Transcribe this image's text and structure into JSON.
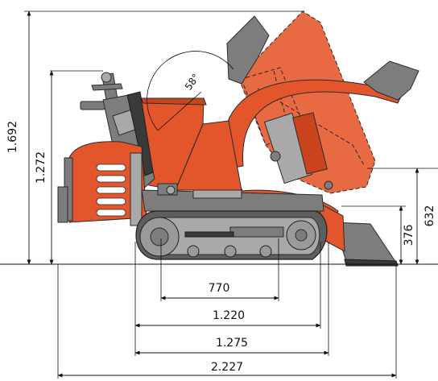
{
  "dimensions": {
    "overall_height": "1.692",
    "operator_height": "1.272",
    "dump_height": "632",
    "skip_lip_height": "376",
    "wheelbase": "770",
    "track_length": "1.220",
    "track_width_overall": "1.275",
    "overall_length": "2.227"
  },
  "tip_angle": "58°",
  "colors": {
    "machine_body": "#e3562c",
    "machine_body_dark": "#c9441d",
    "undercarriage": "#5e5e5e",
    "steel_parts": "#7d7d7d",
    "dimension_lines": "#111111",
    "background": "#ffffff"
  }
}
